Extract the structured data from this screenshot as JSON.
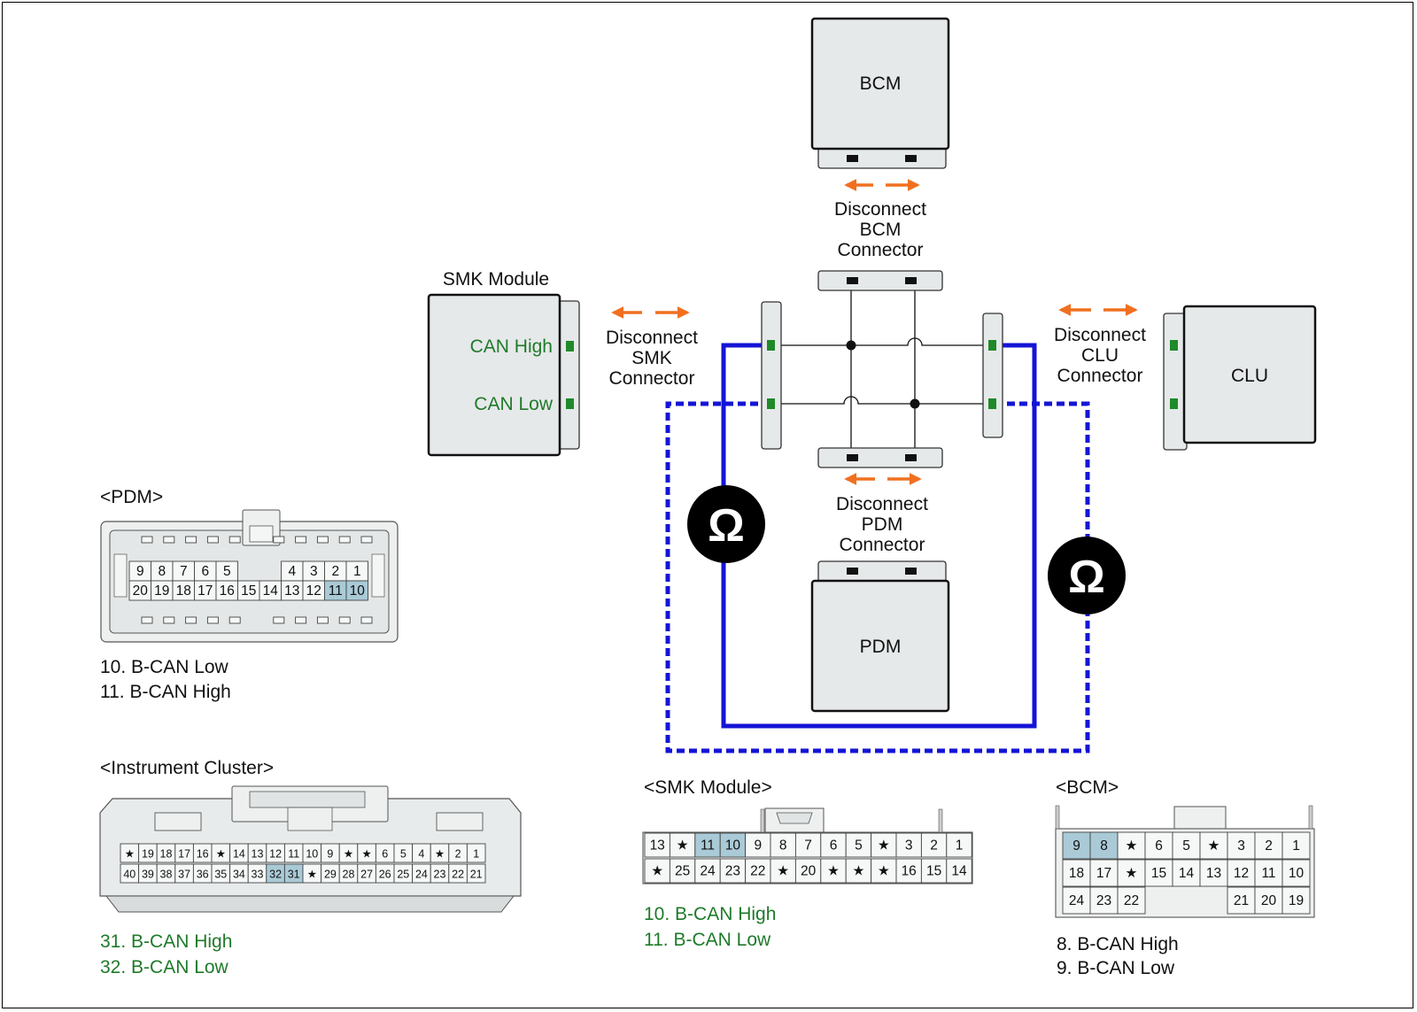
{
  "modules": {
    "bcm": "BCM",
    "pdm": "PDM",
    "clu": "CLU",
    "smk_title": "SMK Module",
    "smk_can_high": "CAN High",
    "smk_can_low": "CAN Low"
  },
  "disconnect": {
    "bcm": [
      "Disconnect",
      "BCM",
      "Connector"
    ],
    "pdm": [
      "Disconnect",
      "PDM",
      "Connector"
    ],
    "smk": [
      "Disconnect",
      "SMK",
      "Connector"
    ],
    "clu": [
      "Disconnect",
      "CLU",
      "Connector"
    ]
  },
  "meter_symbol": "Ω",
  "colors": {
    "harness_solid": "#1414d6",
    "harness_dashed": "#1414d6",
    "arrow": "#f07020",
    "pin_green": "#1f8a2a",
    "pin_highlight": "#a9cad6",
    "module_fill": "#e6e9e9",
    "text_green": "#1f7a2a"
  },
  "icons": [
    "ohmmeter-icon",
    "disconnect-arrow-icon"
  ],
  "connectors": {
    "pdm": {
      "title": "<PDM>",
      "row1": [
        "9",
        "8",
        "7",
        "6",
        "5",
        "",
        "",
        "4",
        "3",
        "2",
        "1"
      ],
      "row2": [
        "20",
        "19",
        "18",
        "17",
        "16",
        "15",
        "14",
        "13",
        "12",
        "11",
        "10"
      ],
      "highlight": [
        "11",
        "10"
      ],
      "legend": [
        "10. B-CAN Low",
        "11. B-CAN High"
      ]
    },
    "cluster": {
      "title": "<Instrument Cluster>",
      "row1": [
        "*",
        "19",
        "18",
        "17",
        "16",
        "*",
        "14",
        "13",
        "12",
        "11",
        "10",
        "9",
        "*",
        "*",
        "6",
        "5",
        "4",
        "*",
        "2",
        "1"
      ],
      "row2": [
        "40",
        "39",
        "38",
        "37",
        "36",
        "35",
        "34",
        "33",
        "32",
        "31",
        "*",
        "29",
        "28",
        "27",
        "26",
        "25",
        "24",
        "23",
        "22",
        "21"
      ],
      "highlight": [
        "32",
        "31"
      ],
      "legend": [
        "31. B-CAN High",
        "32. B-CAN Low"
      ]
    },
    "smk": {
      "title": "<SMK Module>",
      "row1": [
        "13",
        "*",
        "11",
        "10",
        "9",
        "8",
        "7",
        "6",
        "5",
        "*",
        "3",
        "2",
        "1"
      ],
      "row2": [
        "*",
        "25",
        "24",
        "23",
        "22",
        "*",
        "20",
        "*",
        "*",
        "*",
        "16",
        "15",
        "14"
      ],
      "highlight": [
        "11",
        "10"
      ],
      "legend": [
        "10. B-CAN High",
        "11. B-CAN Low"
      ]
    },
    "bcm": {
      "title": "<BCM>",
      "row1": [
        "9",
        "8",
        "*",
        "6",
        "5",
        "*",
        "3",
        "2",
        "1"
      ],
      "row2": [
        "18",
        "17",
        "*",
        "15",
        "14",
        "13",
        "12",
        "11",
        "10"
      ],
      "row3": [
        "24",
        "23",
        "22",
        "21",
        "20",
        "19"
      ],
      "highlight": [
        "9",
        "8"
      ],
      "legend": [
        "8. B-CAN High",
        "9. B-CAN Low"
      ]
    }
  }
}
